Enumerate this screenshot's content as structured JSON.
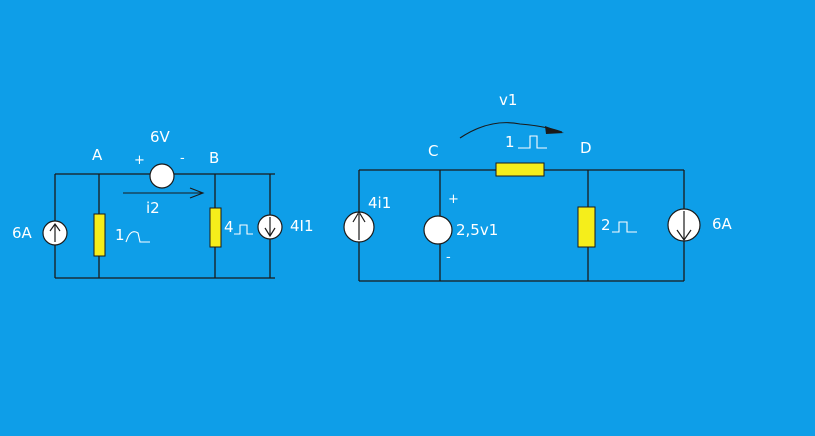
{
  "colors": {
    "background": "#0e9ee8",
    "wire": "#1a1a1a",
    "resistor": "#f5ee1b",
    "source_fill": "#ffffff",
    "text": "#ffffff"
  },
  "circuit_left": {
    "node_a": "A",
    "node_b": "B",
    "voltage_source_value": "6V",
    "voltage_plus": "+",
    "voltage_minus": "-",
    "current_label": "i2",
    "current_source_left": "6A",
    "resistor_1": "1",
    "resistor_2": "4",
    "dependent_source": "4I1"
  },
  "circuit_right": {
    "node_c": "C",
    "node_d": "D",
    "voltage_label": "v1",
    "resistor_top": "1",
    "dependent_current_source": "4i1",
    "dependent_voltage_source": "2,5v1",
    "voltage_plus": "+",
    "voltage_minus": "-",
    "resistor_right": "2",
    "current_source_right": "6A"
  }
}
